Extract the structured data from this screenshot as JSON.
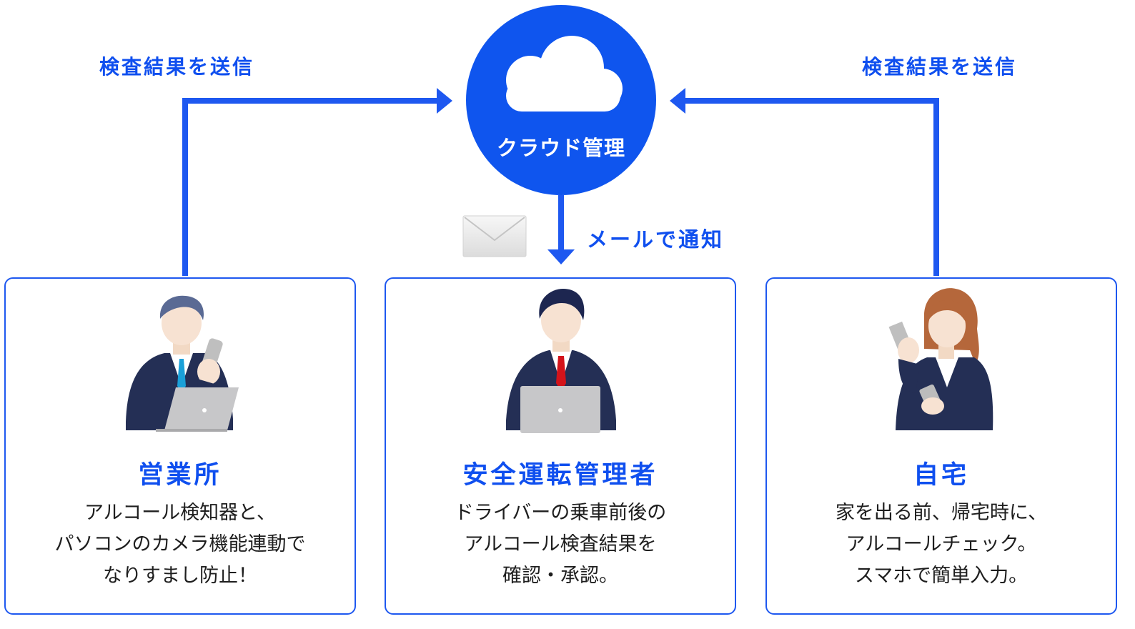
{
  "cloud": {
    "label": "クラウド管理",
    "icon": "cloud-icon"
  },
  "arrows": {
    "left_label": "検査結果を送信",
    "right_label": "検査結果を送信",
    "down_label": "メールで通知"
  },
  "colors": {
    "accent": "#1e58f0",
    "text": "#1e1e1e",
    "suit": "#242f55"
  },
  "cards": [
    {
      "title": "営業所",
      "lines": [
        "アルコール検知器と、",
        "パソコンのカメラ機能連動で",
        "なりすまし防止！"
      ],
      "icon": "office-worker-with-laptop-and-breathalyzer"
    },
    {
      "title": "安全運転管理者",
      "lines": [
        "ドライバーの乗車前後の",
        "アルコール検査結果を",
        "確認・承認。"
      ],
      "icon": "manager-with-laptop"
    },
    {
      "title": "自宅",
      "lines": [
        "家を出る前、帰宅時に、",
        "アルコールチェック。",
        "スマホで簡単入力。"
      ],
      "icon": "woman-with-smartphone-and-breathalyzer"
    }
  ]
}
